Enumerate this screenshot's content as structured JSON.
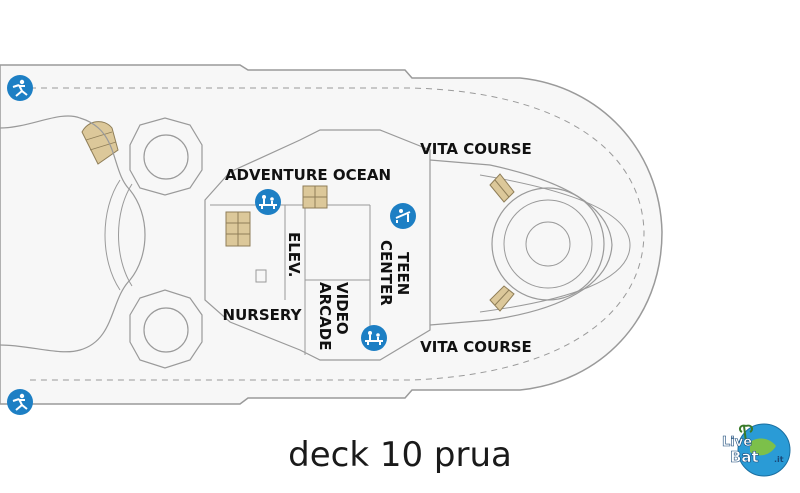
{
  "deck": {
    "caption": "deck 10 prua",
    "labels": {
      "adventure_ocean": "ADVENTURE OCEAN",
      "vita_course_top": "VITA COURSE",
      "vita_course_bottom": "VITA COURSE",
      "nursery": "NURSERY",
      "elev": "ELEV.",
      "video_arcade_1": "VIDEO",
      "video_arcade_2": "ARCADE",
      "teen_center_1": "TEEN",
      "teen_center_2": "CENTER"
    },
    "icons": [
      "jogging-icon",
      "jogging-icon",
      "family-icon",
      "family-icon",
      "kids-icon",
      "teen-icon"
    ]
  },
  "logo": {
    "text_live": "Live",
    "text_boat": "Bat",
    "text_suffix": ".it"
  },
  "colors": {
    "hull_fill": "#f7f7f7",
    "line": "#9a9a9a",
    "stairs": "#dcc89a",
    "icon": "#1d7fc4"
  }
}
